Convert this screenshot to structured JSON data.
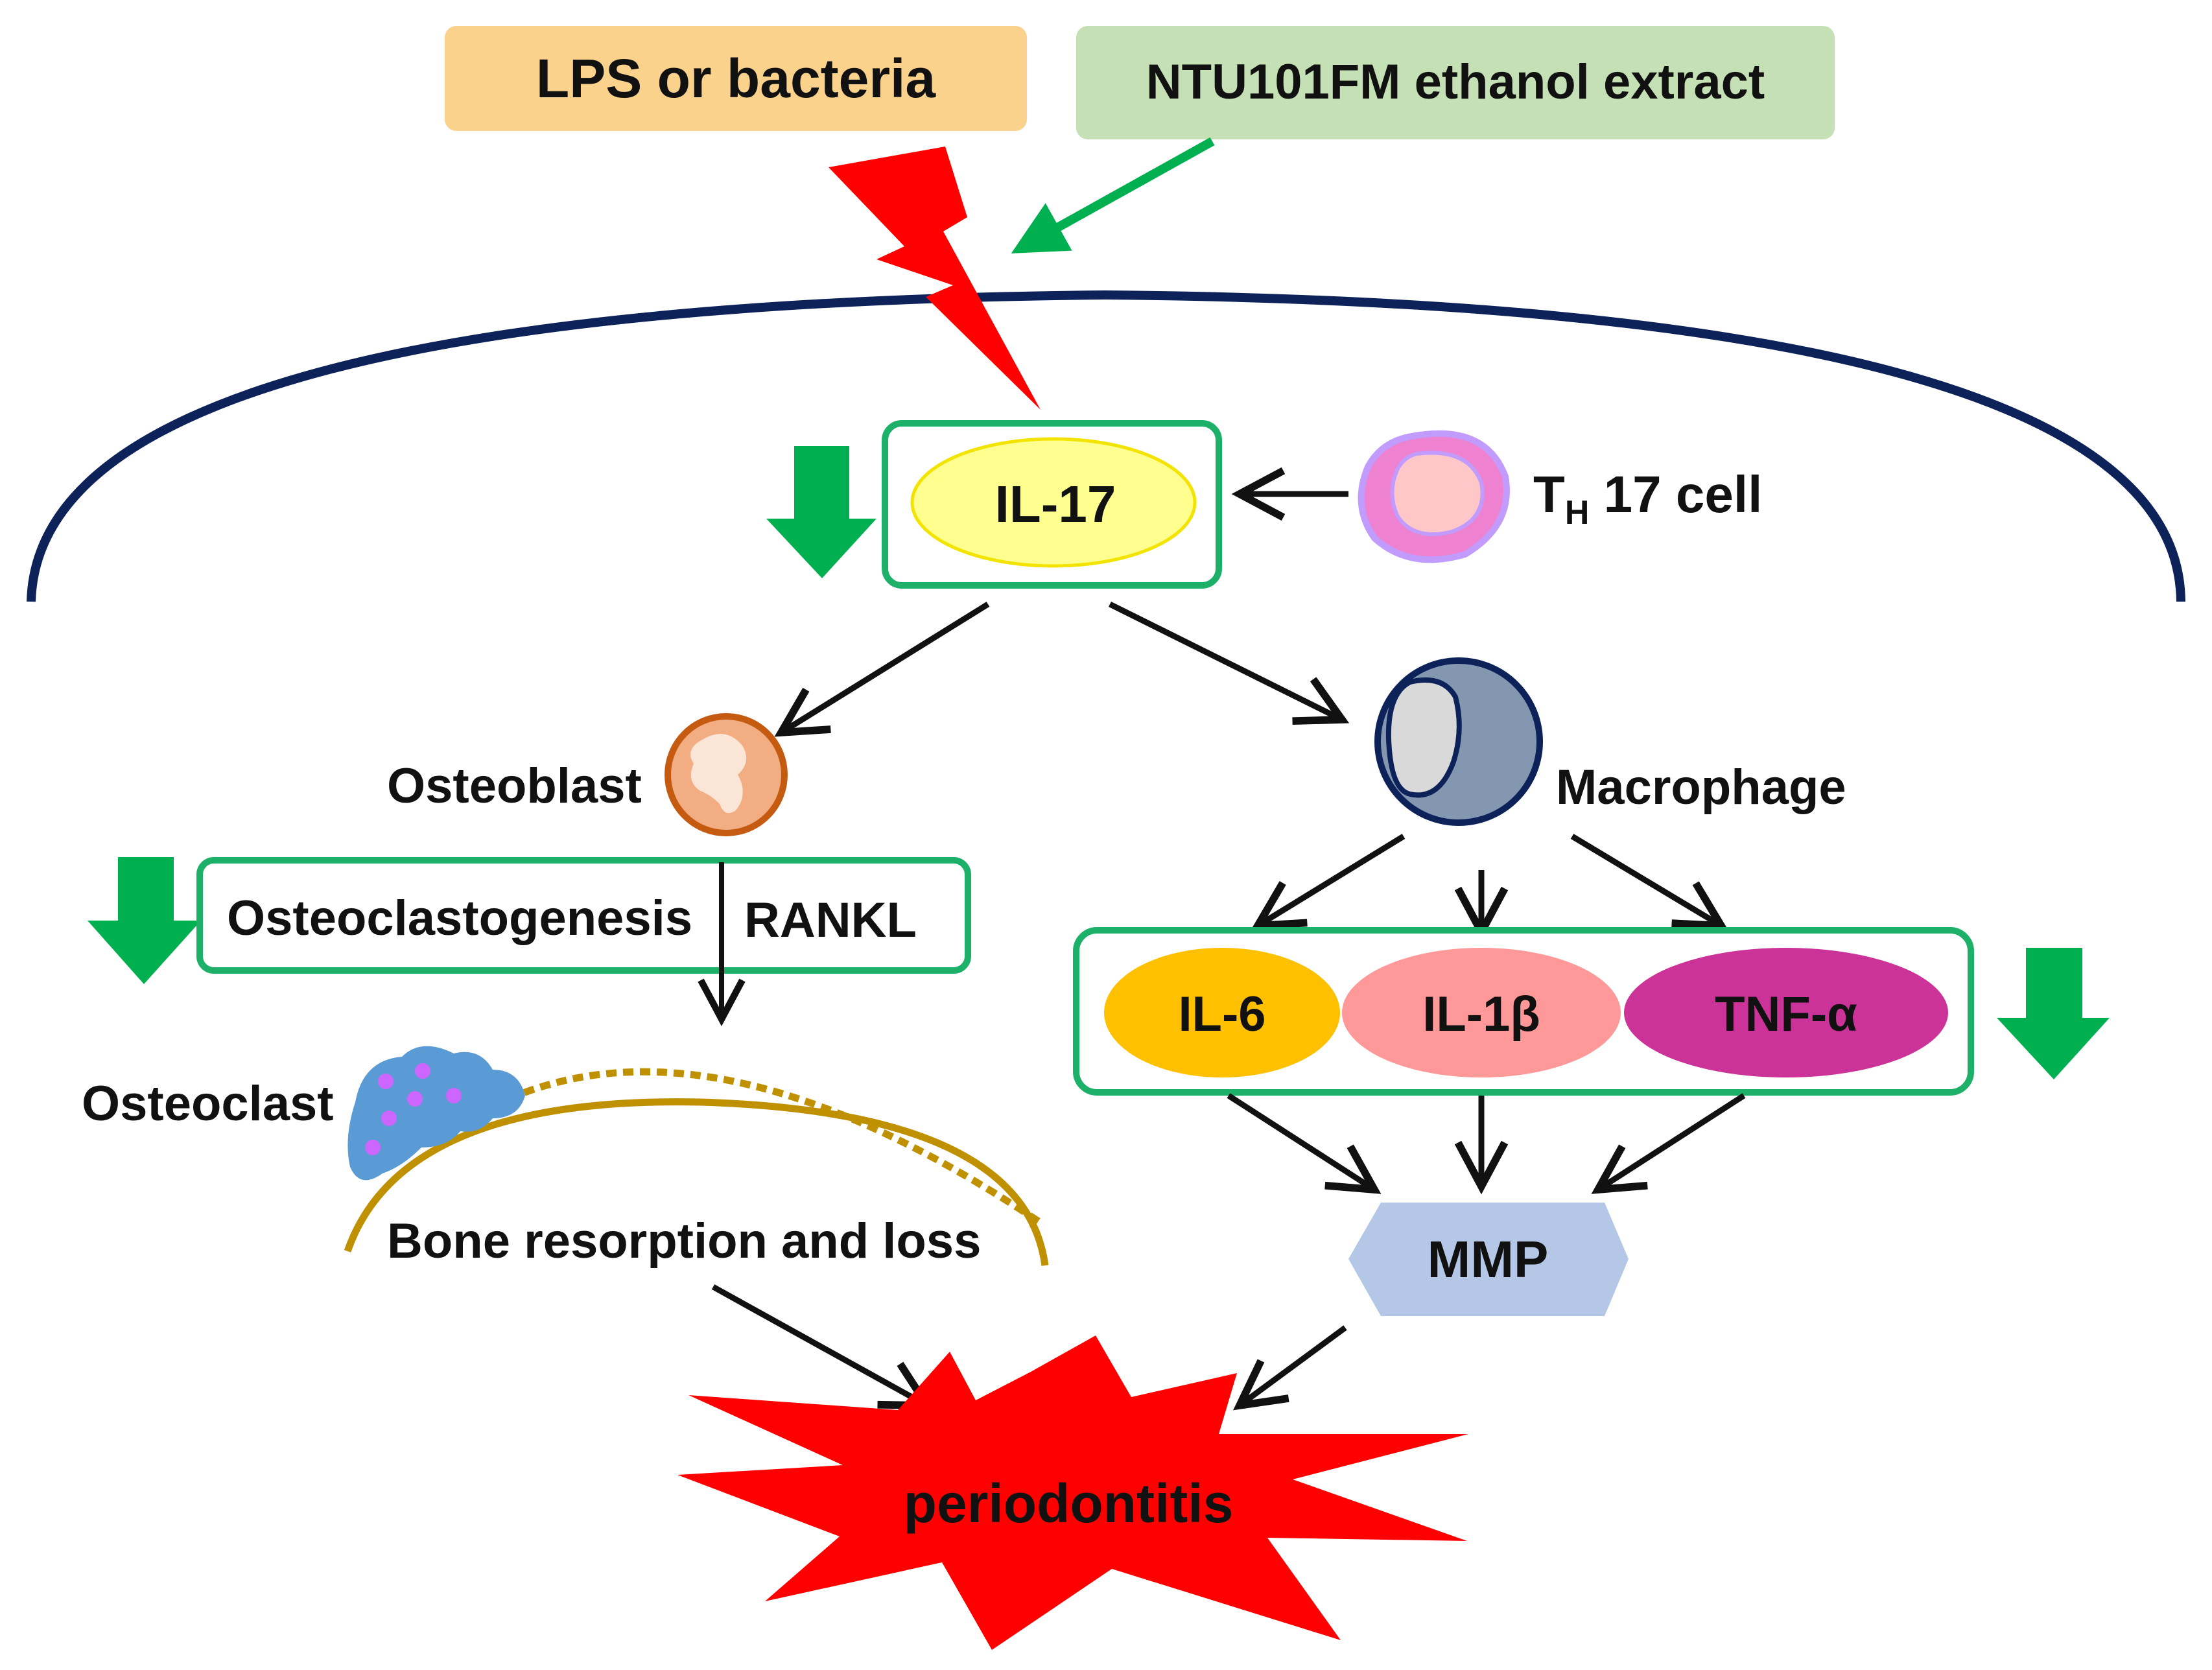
{
  "inputs": {
    "lps_label": "LPS or bacteria",
    "extract_label": "NTU101FM ethanol extract"
  },
  "nodes": {
    "il17": "IL-17",
    "th17_main": "T",
    "th17_sub": "H",
    "th17_rest": " 17 cell",
    "osteoblast": "Osteoblast",
    "osteoclastogenesis": "Osteoclastogenesis",
    "rankl": "RANKL",
    "osteoclast": "Osteoclast",
    "bone_loss": "Bone resorption and loss",
    "macrophage": "Macrophage",
    "il6": "IL-6",
    "il1b": "IL-1β",
    "tnfa": "TNF-α",
    "mmp": "MMP",
    "outcome": "periodontitis"
  },
  "colors": {
    "lps_box": "#FAD28C",
    "extract_box": "#C5E0B4",
    "green_frame": "#1DB068",
    "green_arrow": "#00B050",
    "lightning": "#FF0000",
    "membrane": "#0D2259",
    "il17_fill": "#FFFF8F",
    "il17_stroke": "#F2E400",
    "th17_outer": "#EE82D0",
    "th17_inner": "#FFC7C7",
    "th17_ring": "#C29BFF",
    "osteoblast_fill": "#F2AE82",
    "osteoblast_stroke": "#C55A11",
    "macrophage_fill": "#8497B0",
    "osteoclast_fill": "#5B9BD5",
    "osteoclast_dot": "#CC66FF",
    "bone": "#BF9000",
    "il6": "#FFC000",
    "il1b": "#FF9999",
    "tnfa": "#CC3399",
    "mmp": "#B4C7E7",
    "burst": "#FF0000"
  }
}
